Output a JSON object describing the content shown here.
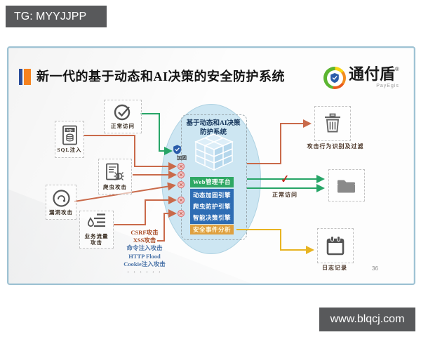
{
  "banners": {
    "tg": "TG: MYYJJPP",
    "site": "www.blqcj.com"
  },
  "slide": {
    "title": "新一代的基于动态和AI决策的安全防护系统",
    "page_number": "36",
    "logo": {
      "name": "通付盾",
      "trademark": "®",
      "subtitle": "PayEgis"
    },
    "left": {
      "normal_access": "正常访问",
      "sql_injection": "SQL注入",
      "sql_icon_text": "SQL",
      "crawler_attack": "爬虫攻击",
      "vuln_attack": "漏洞攻击",
      "traffic_attack_line1": "业务流量",
      "traffic_attack_line2": "攻击",
      "attack_list": [
        "CSRF攻击",
        "XSS攻击",
        "命令注入攻击",
        "HTTP Flood",
        "Cookie注入攻击",
        "· · · · · ·"
      ]
    },
    "center": {
      "title_line1": "基于动态和AI决策",
      "title_line2": "防护系统",
      "harden_label": "加固",
      "web_platform": "Web管理平台",
      "engines": [
        "动态加固引擎",
        "爬虫防护引擎",
        "智能决策引擎"
      ],
      "analysis": "安全事件分析"
    },
    "right": {
      "filter_label": "攻击行为识别及过滤",
      "check_mark": "✓",
      "normal_label": "正常访问",
      "log_label": "日志记录"
    }
  },
  "colors": {
    "banner_gray": "#58595b",
    "card_border": "#9ec2d3",
    "attack_line": "#c96a4a",
    "normal_line": "#27a567",
    "log_line": "#e8b422",
    "engine_blue": "#2e6db4",
    "web_green": "#2fa864",
    "analysis_orange": "#dfa03f",
    "title_bar_blue": "#2a4d9b",
    "title_bar_orange": "#f5821f"
  }
}
